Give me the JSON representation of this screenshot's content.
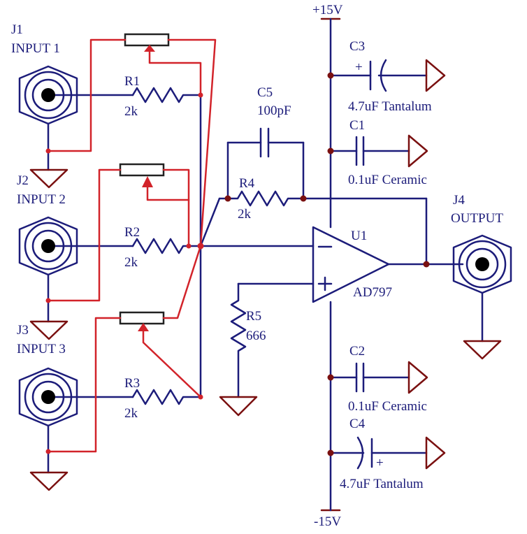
{
  "rails": {
    "positive": "+15V",
    "negative": "-15V"
  },
  "connectors": {
    "j1": {
      "ref": "J1",
      "label": "INPUT 1"
    },
    "j2": {
      "ref": "J2",
      "label": "INPUT 2"
    },
    "j3": {
      "ref": "J3",
      "label": "INPUT 3"
    },
    "j4": {
      "ref": "J4",
      "label": "OUTPUT"
    }
  },
  "resistors": {
    "r1": {
      "ref": "R1",
      "value": "2k"
    },
    "r2": {
      "ref": "R2",
      "value": "2k"
    },
    "r3": {
      "ref": "R3",
      "value": "2k"
    },
    "r4": {
      "ref": "R4",
      "value": "2k"
    },
    "r5": {
      "ref": "R5",
      "value": "666"
    }
  },
  "capacitors": {
    "c1": {
      "ref": "C1",
      "value": "0.1uF Ceramic"
    },
    "c2": {
      "ref": "C2",
      "value": "0.1uF Ceramic"
    },
    "c3": {
      "ref": "C3",
      "value": "4.7uF Tantalum"
    },
    "c4": {
      "ref": "C4",
      "value": "4.7uF Tantalum"
    },
    "c5": {
      "ref": "C5",
      "value": "100pF"
    }
  },
  "opamp": {
    "ref": "U1",
    "part": "AD797",
    "inverting": "−",
    "noninverting": "+"
  },
  "polarity": {
    "c3_plus": "+",
    "c4_plus": "+"
  },
  "colors": {
    "wire": "#1c1c7a",
    "overlay": "#d2232a",
    "ground": "#7a1010"
  }
}
